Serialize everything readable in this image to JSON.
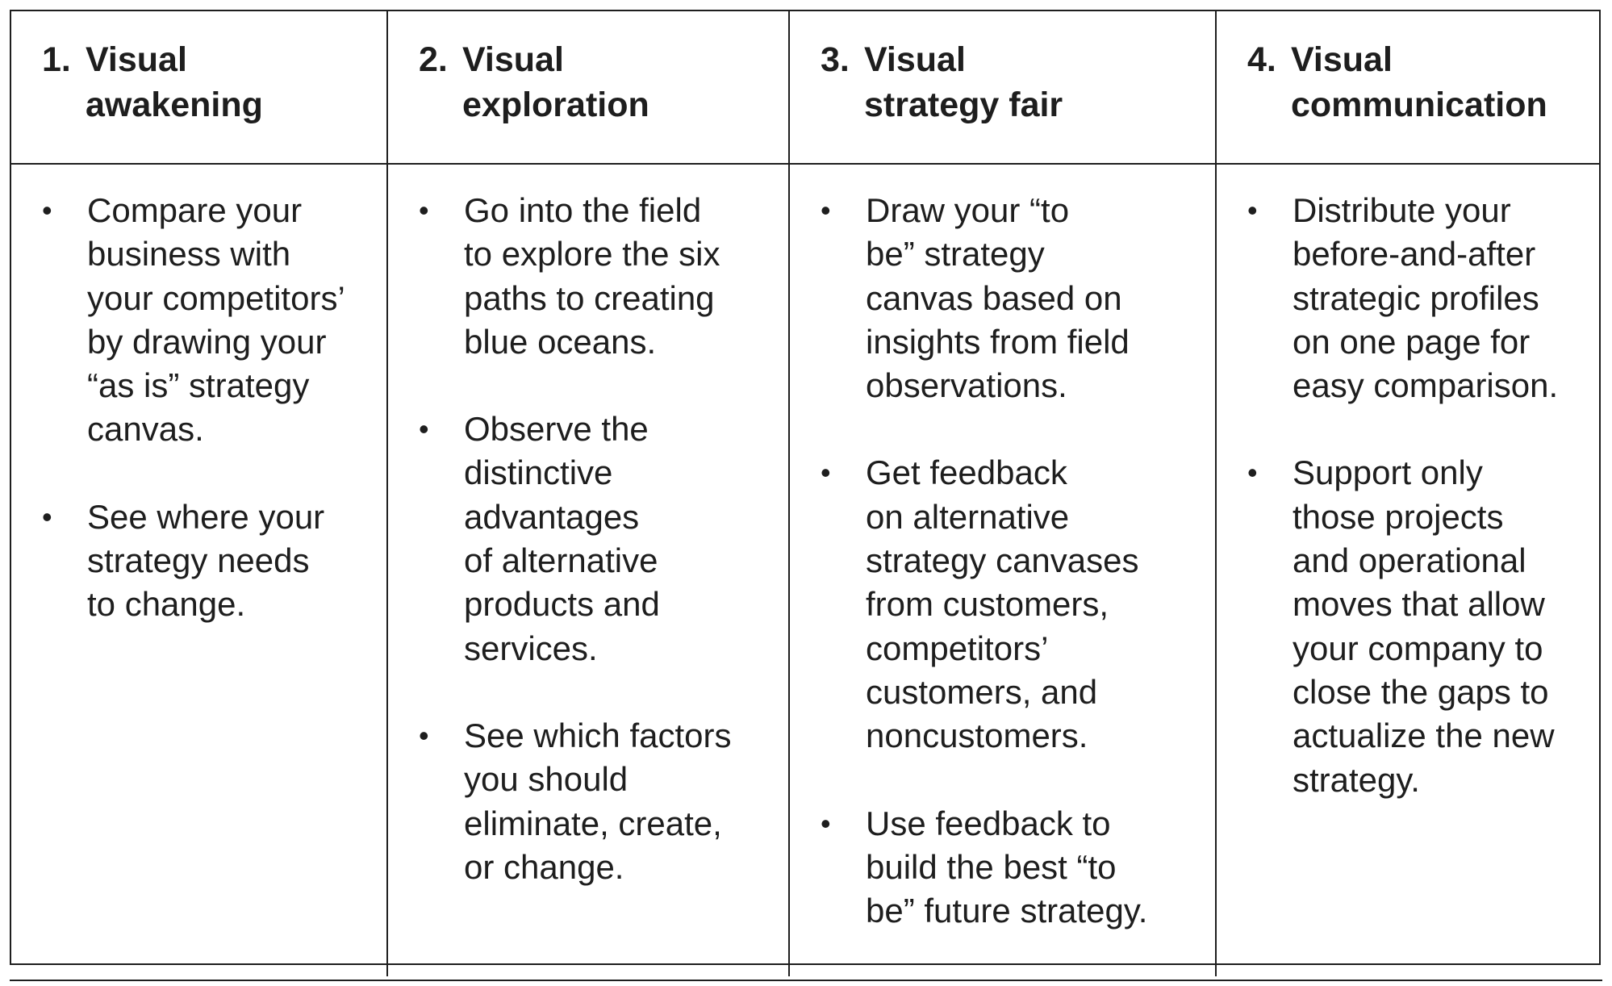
{
  "columns": [
    {
      "number": "1.",
      "title": "Visual\nawakening",
      "bullets": [
        "Compare your\nbusiness with\nyour competitors’\nby drawing your\n“as is” strategy\ncanvas.",
        "See where your\nstrategy needs\nto change."
      ]
    },
    {
      "number": "2.",
      "title": "Visual\nexploration",
      "bullets": [
        "Go into the field\nto explore the six\npaths to creating\nblue oceans.",
        "Observe the\ndistinctive\nadvantages\nof alternative\nproducts and\nservices.",
        "See which factors\nyou should\neliminate, create,\nor change."
      ]
    },
    {
      "number": "3.",
      "title": "Visual\nstrategy fair",
      "bullets": [
        "Draw your “to\nbe” strategy\ncanvas based on\ninsights from field\nobservations.",
        "Get feedback\non alternative\nstrategy canvases\nfrom customers,\ncompetitors’\ncustomers, and\nnoncustomers.",
        "Use feedback to\nbuild the best “to\nbe” future strategy."
      ]
    },
    {
      "number": "4.",
      "title": "Visual\ncommunication",
      "bullets": [
        "Distribute your\nbefore-and-after\nstrategic profiles\non one page for\neasy comparison.",
        "Support only\nthose projects\nand operational\nmoves that allow\nyour company to\nclose the gaps to\nactualize the new\nstrategy."
      ]
    }
  ]
}
